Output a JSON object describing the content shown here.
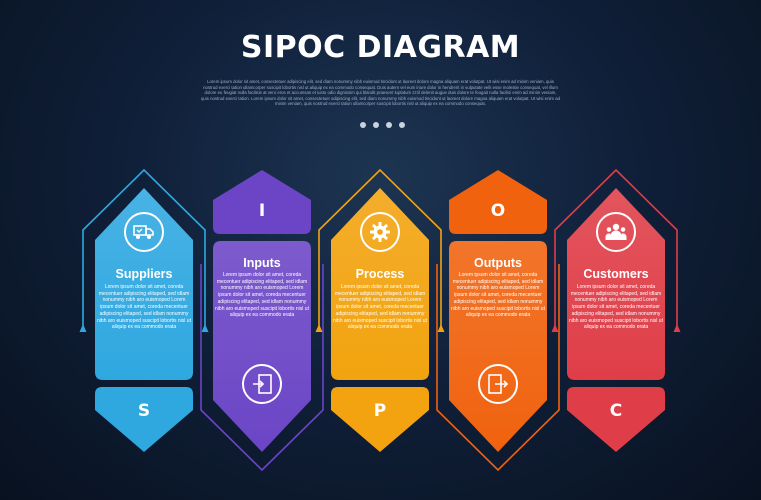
{
  "title": "SIPOC DIAGRAM",
  "subtitle": "Lorem ipsum dolor sit amet, consectetuer adipiscing elit, sed diam nonummy nibh euismod tincidunt ut laoreet dolore magna aliquam erat volutpat. Ut wisi enim ad minim veniam, quis nostrud exerci tation ullamcorper suscipit lobortis nisl ut aliquip ex ea commodo consequat. Duis autem vel eum iriure dolor in hendrerit in vulputate velit esse molestie consequat, vel illum dolore eu feugiat nulla facilisis at vero eros et accumsan et iusto odio dignissim qui blandit praesent luptatum zzril delenit augue duis dolore te feugait nulla facilisi enim ad minim veniam, quis nostrud exerci tation. Lorem ipsum dolor sit amet, consectetuer adipiscing elit, sed diam nonummy nibh euismod tincidunt ut laoreet dolore magna aliquam erat volutpat. Ut wisi enim ad minim veniam, quis nostrud exerci tation ullamcorper suscipit lobortis nisl ut aliquip ex ea commodo consequat.",
  "columns": [
    {
      "key": "suppliers",
      "letter": "S",
      "title": "Suppliers",
      "icon": "truck-icon",
      "color": "#2fa8e0",
      "body": "Lorem ipsum dolor sit amet, coreda mecentuer adipiscing elitaped, sed idlam nonummy nibh aro euismoped Lorem ipsum dolor sit amet, coreda mecentuer adipiscing elitaped, sed idlam nonummy nibh aro euismoped suscipit lobortis nisl ut aliquip ex ea commodo erata"
    },
    {
      "key": "inputs",
      "letter": "I",
      "title": "Inputs",
      "icon": "input-icon",
      "color": "#6b45c6",
      "body": "Lorem ipsum dolor sit amet, coreda mecentuer adipiscing elitaped, sed idlam nonummy nibh aro euismoped Lorem ipsum dolor sit amet, coreda mecentuer adipiscing elitaped, sed idlam nonummy nibh aro euismoped suscipit lobortis nisl ut aliquip ex ea commodo erata"
    },
    {
      "key": "process",
      "letter": "P",
      "title": "Process",
      "icon": "gear-icon",
      "color": "#f2a30f",
      "body": "Lorem ipsum dolor sit amet, coreda mecentuer adipiscing elitaped, sed idlam nonummy nibh aro euismoped Lorem ipsum dolor sit amet, coreda mecentuer adipiscing elitaped, sed idlam nonummy nibh aro euismoped suscipit lobortis nisl ut aliquip ex ea commodo erata"
    },
    {
      "key": "outputs",
      "letter": "O",
      "title": "Outputs",
      "icon": "output-icon",
      "color": "#f0620e",
      "body": "Lorem ipsum dolor sit amet, coreda mecentuer adipiscing elitaped, sed idlam nonummy nibh aro euismoped Lorem ipsum dolor sit amet, coreda mecentuer adipiscing elitaped, sed idlam nonummy nibh aro euismoped suscipit lobortis nisl ut aliquip ex ea commodo erata"
    },
    {
      "key": "customers",
      "letter": "C",
      "title": "Customers",
      "icon": "people-icon",
      "color": "#df3e48",
      "body": "Lorem ipsum dolor sit amet, coreda mecentuer adipiscing elitaped, sed idlam nonummy nibh aro euismoped Lorem ipsum dolor sit amet, coreda mecentuer adipiscing elitaped, sed idlam nonummy nibh aro euismoped suscipit lobortis nisl ut aliquip ex ea commodo erata"
    }
  ]
}
